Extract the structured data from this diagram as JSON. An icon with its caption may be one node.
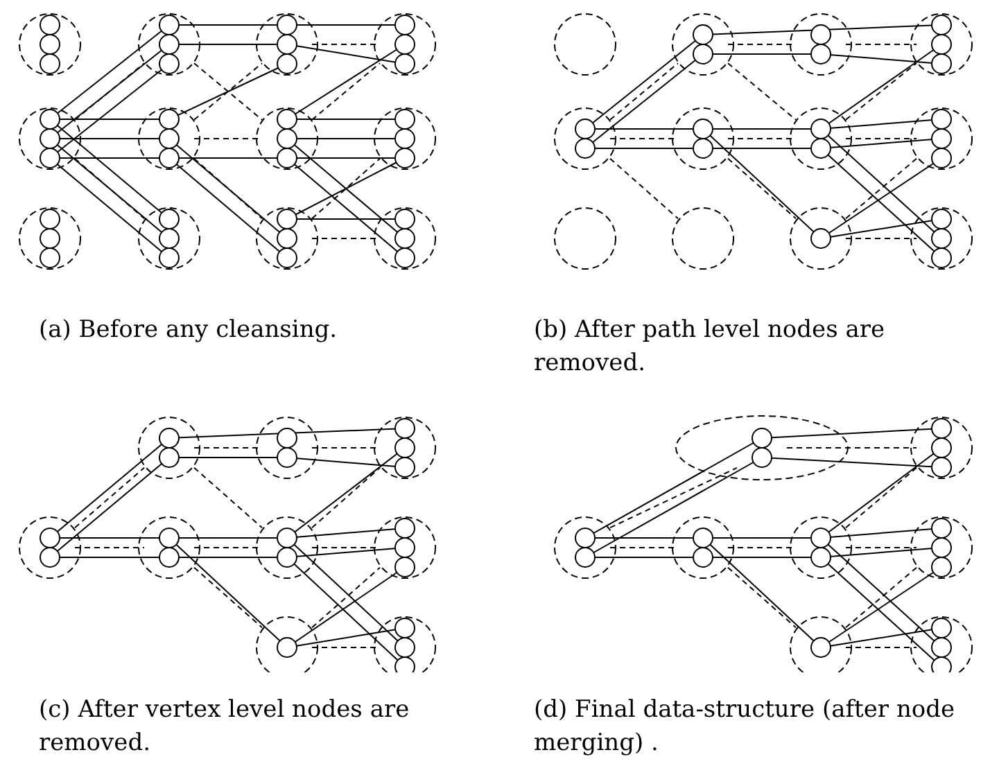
{
  "diagram": {
    "labels": [
      "(a) Before any cleansing.",
      "(b) After path level nodes are removed.",
      "(c) After vertex level nodes are removed.",
      "(d) Final data-structure (after node merging) ."
    ]
  }
}
